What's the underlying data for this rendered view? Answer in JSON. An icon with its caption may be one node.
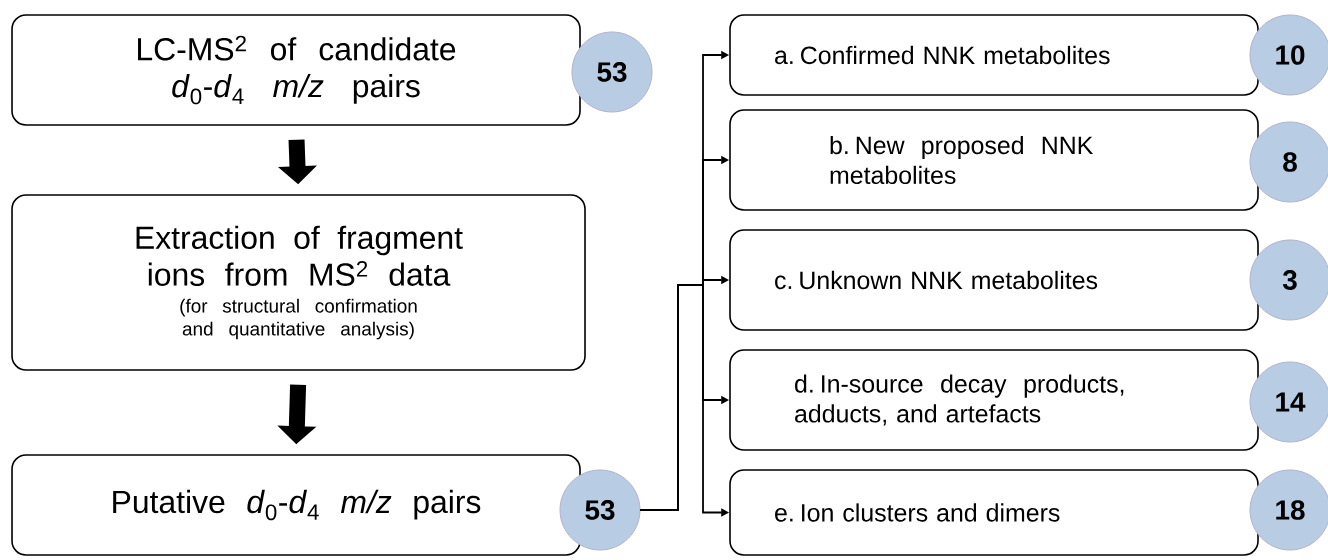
{
  "diagram": {
    "nodes": [
      {
        "text": [
          "LC-MS$^{2}$ of candidate *d*$_{0}$-*d*$_{4}$ *m/z* pairs"
        ]
      },
      {
        "text": [
          "53"
        ]
      },
      {
        "text": [
          "Extraction of fragment ions from MS$^{2}$ data",
          "(for structural confirmation and quantitative analysis)"
        ]
      },
      {
        "text": [
          "Putative *d*$_{0}$-*d*$_{4}$ *m/z* pairs"
        ]
      },
      {
        "text": [
          "53"
        ]
      },
      {
        "text": [
          "a. Confirmed NNK metabolites"
        ]
      },
      {
        "text": [
          "10"
        ]
      },
      {
        "text": [
          "b. New proposed NNK metabolites"
        ]
      },
      {
        "text": [
          "8"
        ]
      },
      {
        "text": [
          "c. Unknown NNK metabolites"
        ]
      },
      {
        "text": [
          "3"
        ]
      },
      {
        "text": [
          "d. In-source decay products, adducts, and artefacts"
        ]
      },
      {
        "text": [
          "14"
        ]
      },
      {
        "text": [
          "e. Ion clusters and dimers"
        ]
      },
      {
        "text": [
          "18"
        ]
      }
    ],
    "edges": [
      {
        "from": 0,
        "to": 2,
        "arrow": "to",
        "style": "thick"
      },
      {
        "from": 2,
        "to": 3,
        "arrow": "to",
        "style": "thick"
      },
      {
        "from": 4,
        "to": 5,
        "arrow": "to"
      },
      {
        "from": 4,
        "to": 7,
        "arrow": "to"
      },
      {
        "from": 4,
        "to": 9,
        "arrow": "to"
      },
      {
        "from": 4,
        "to": 11,
        "arrow": "to"
      },
      {
        "from": 4,
        "to": 13,
        "arrow": "to"
      }
    ]
  }
}
